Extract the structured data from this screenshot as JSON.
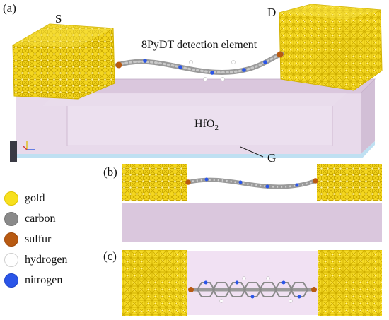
{
  "panels": {
    "a": "(a)",
    "b": "(b)",
    "c": "(c)"
  },
  "labels": {
    "source": "S",
    "drain": "D",
    "gate": "G",
    "element": "8PyDT detection element",
    "oxide": "HfO",
    "oxide_sub": "2"
  },
  "legend": [
    {
      "label": "gold",
      "color": "#f7e01e",
      "border": "#e0c400"
    },
    {
      "label": "carbon",
      "color": "#8a8a8a",
      "border": "#777777"
    },
    {
      "label": "sulfur",
      "color": "#b85a12",
      "border": "#a04a0c"
    },
    {
      "label": "hydrogen",
      "color": "#ffffff",
      "border": "#cfcfcf"
    },
    {
      "label": "nitrogen",
      "color": "#2a55e8",
      "border": "#1e44c8"
    }
  ],
  "colors": {
    "gold": "#f2d320",
    "gold_dark": "#c9a700",
    "substrate_top": "#dcc8de",
    "substrate_front": "#e6d6ea",
    "gate_layer": "#bfe0f2"
  }
}
